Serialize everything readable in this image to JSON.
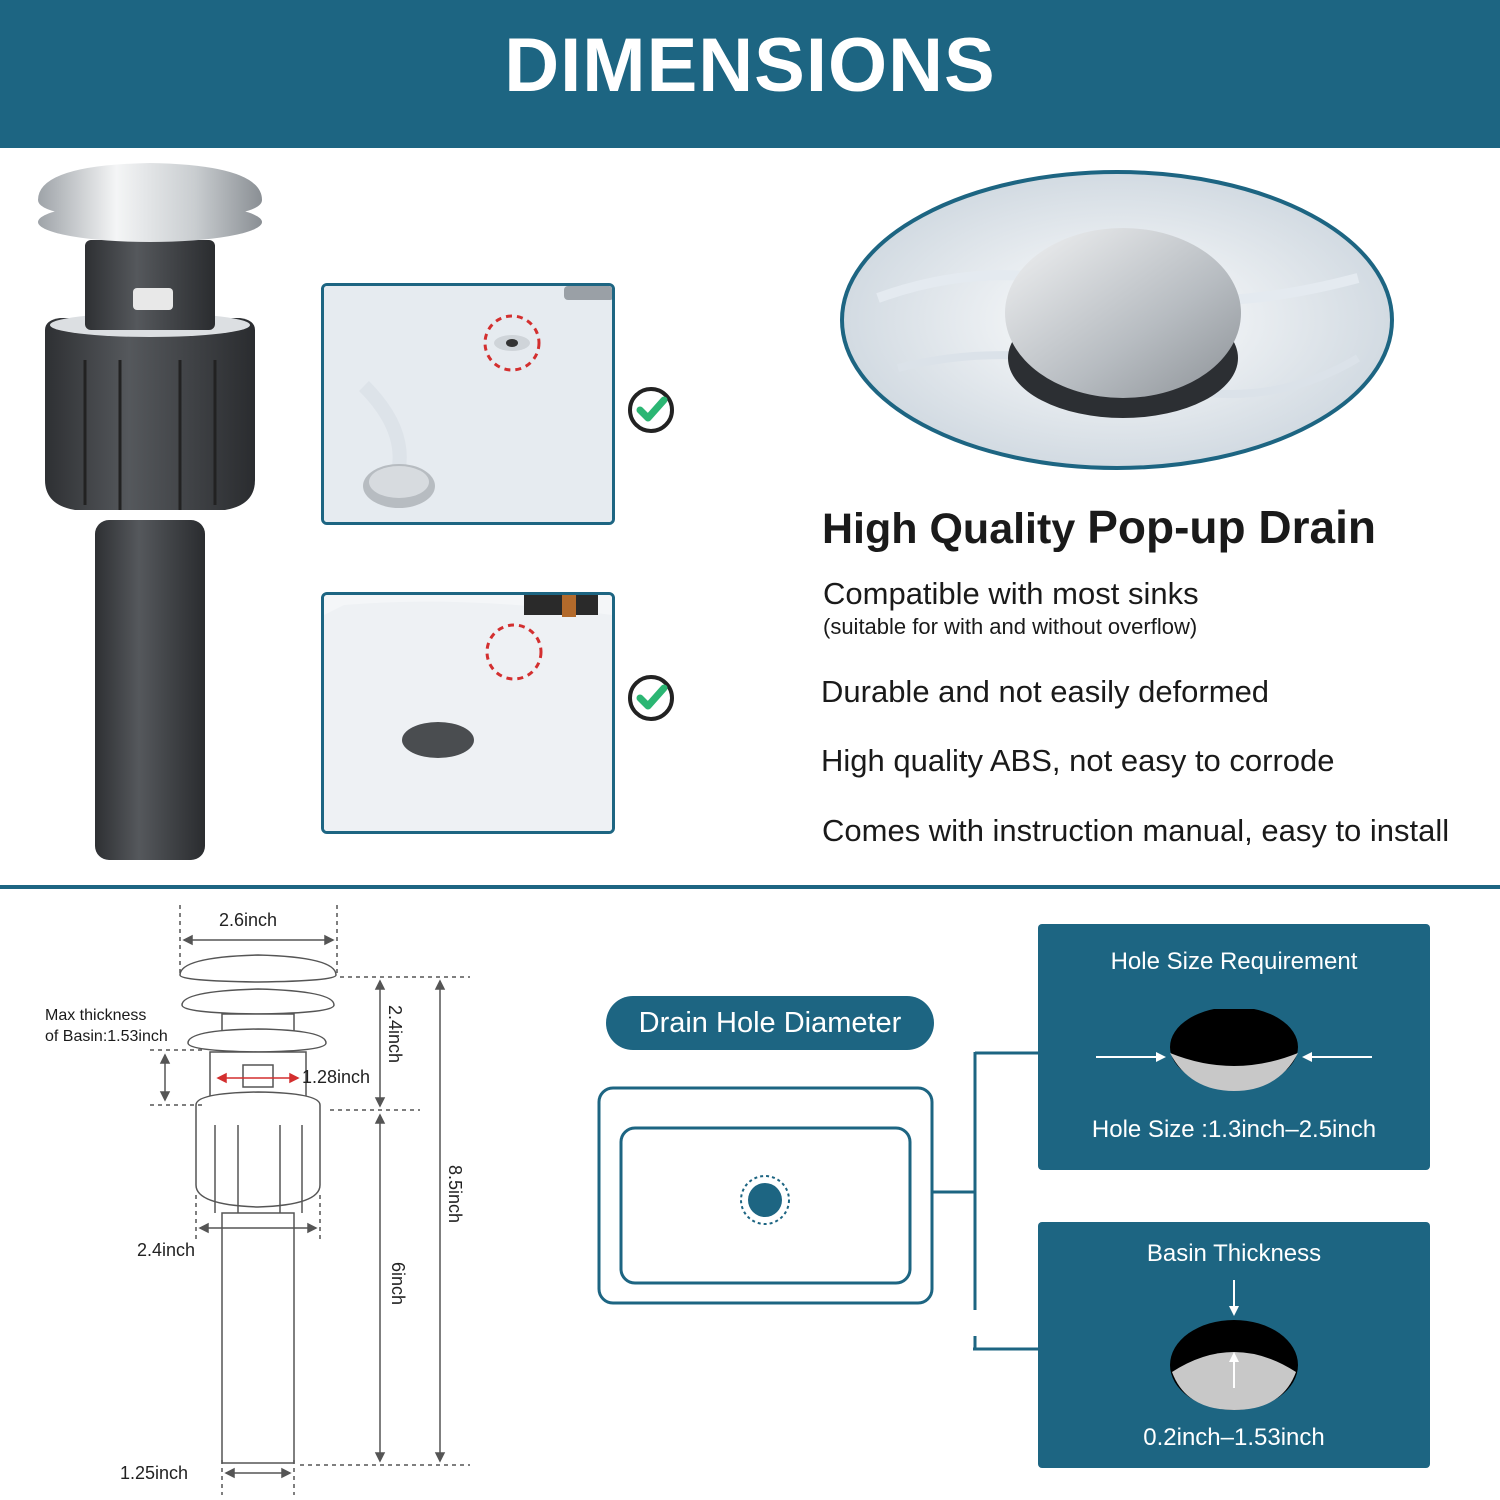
{
  "banner": {
    "title": "DIMENSIONS"
  },
  "features": {
    "heading_part1": "High Quality",
    "heading_part2": "Pop-up Drain",
    "compat": "Compatible with most sinks",
    "compat_note": "(suitable for with and without overflow)",
    "lines": [
      "Durable and not easily deformed",
      "High quality ABS, not easy to corrode",
      "Comes with instruction manual, easy to install"
    ]
  },
  "diagram": {
    "top_width": "2.6inch",
    "max_thickness_line1": "Max thickness",
    "max_thickness_line2": "of Basin:1.53inch",
    "stopper_width": "1.28inch",
    "cap_height": "2.4inch",
    "total_height": "8.5inch",
    "body_width": "2.4inch",
    "pipe_height": "6inch",
    "pipe_width": "1.25inch"
  },
  "drain_hole": {
    "label": "Drain Hole Diameter"
  },
  "hole_size_box": {
    "title": "Hole Size Requirement",
    "value": "Hole Size :1.3inch–2.5inch"
  },
  "basin_box": {
    "title": "Basin Thickness",
    "value": "0.2inch–1.53inch"
  },
  "colors": {
    "brand": "#1d6582",
    "check": "#2bb673",
    "highlight_ring": "#d32f2f"
  }
}
